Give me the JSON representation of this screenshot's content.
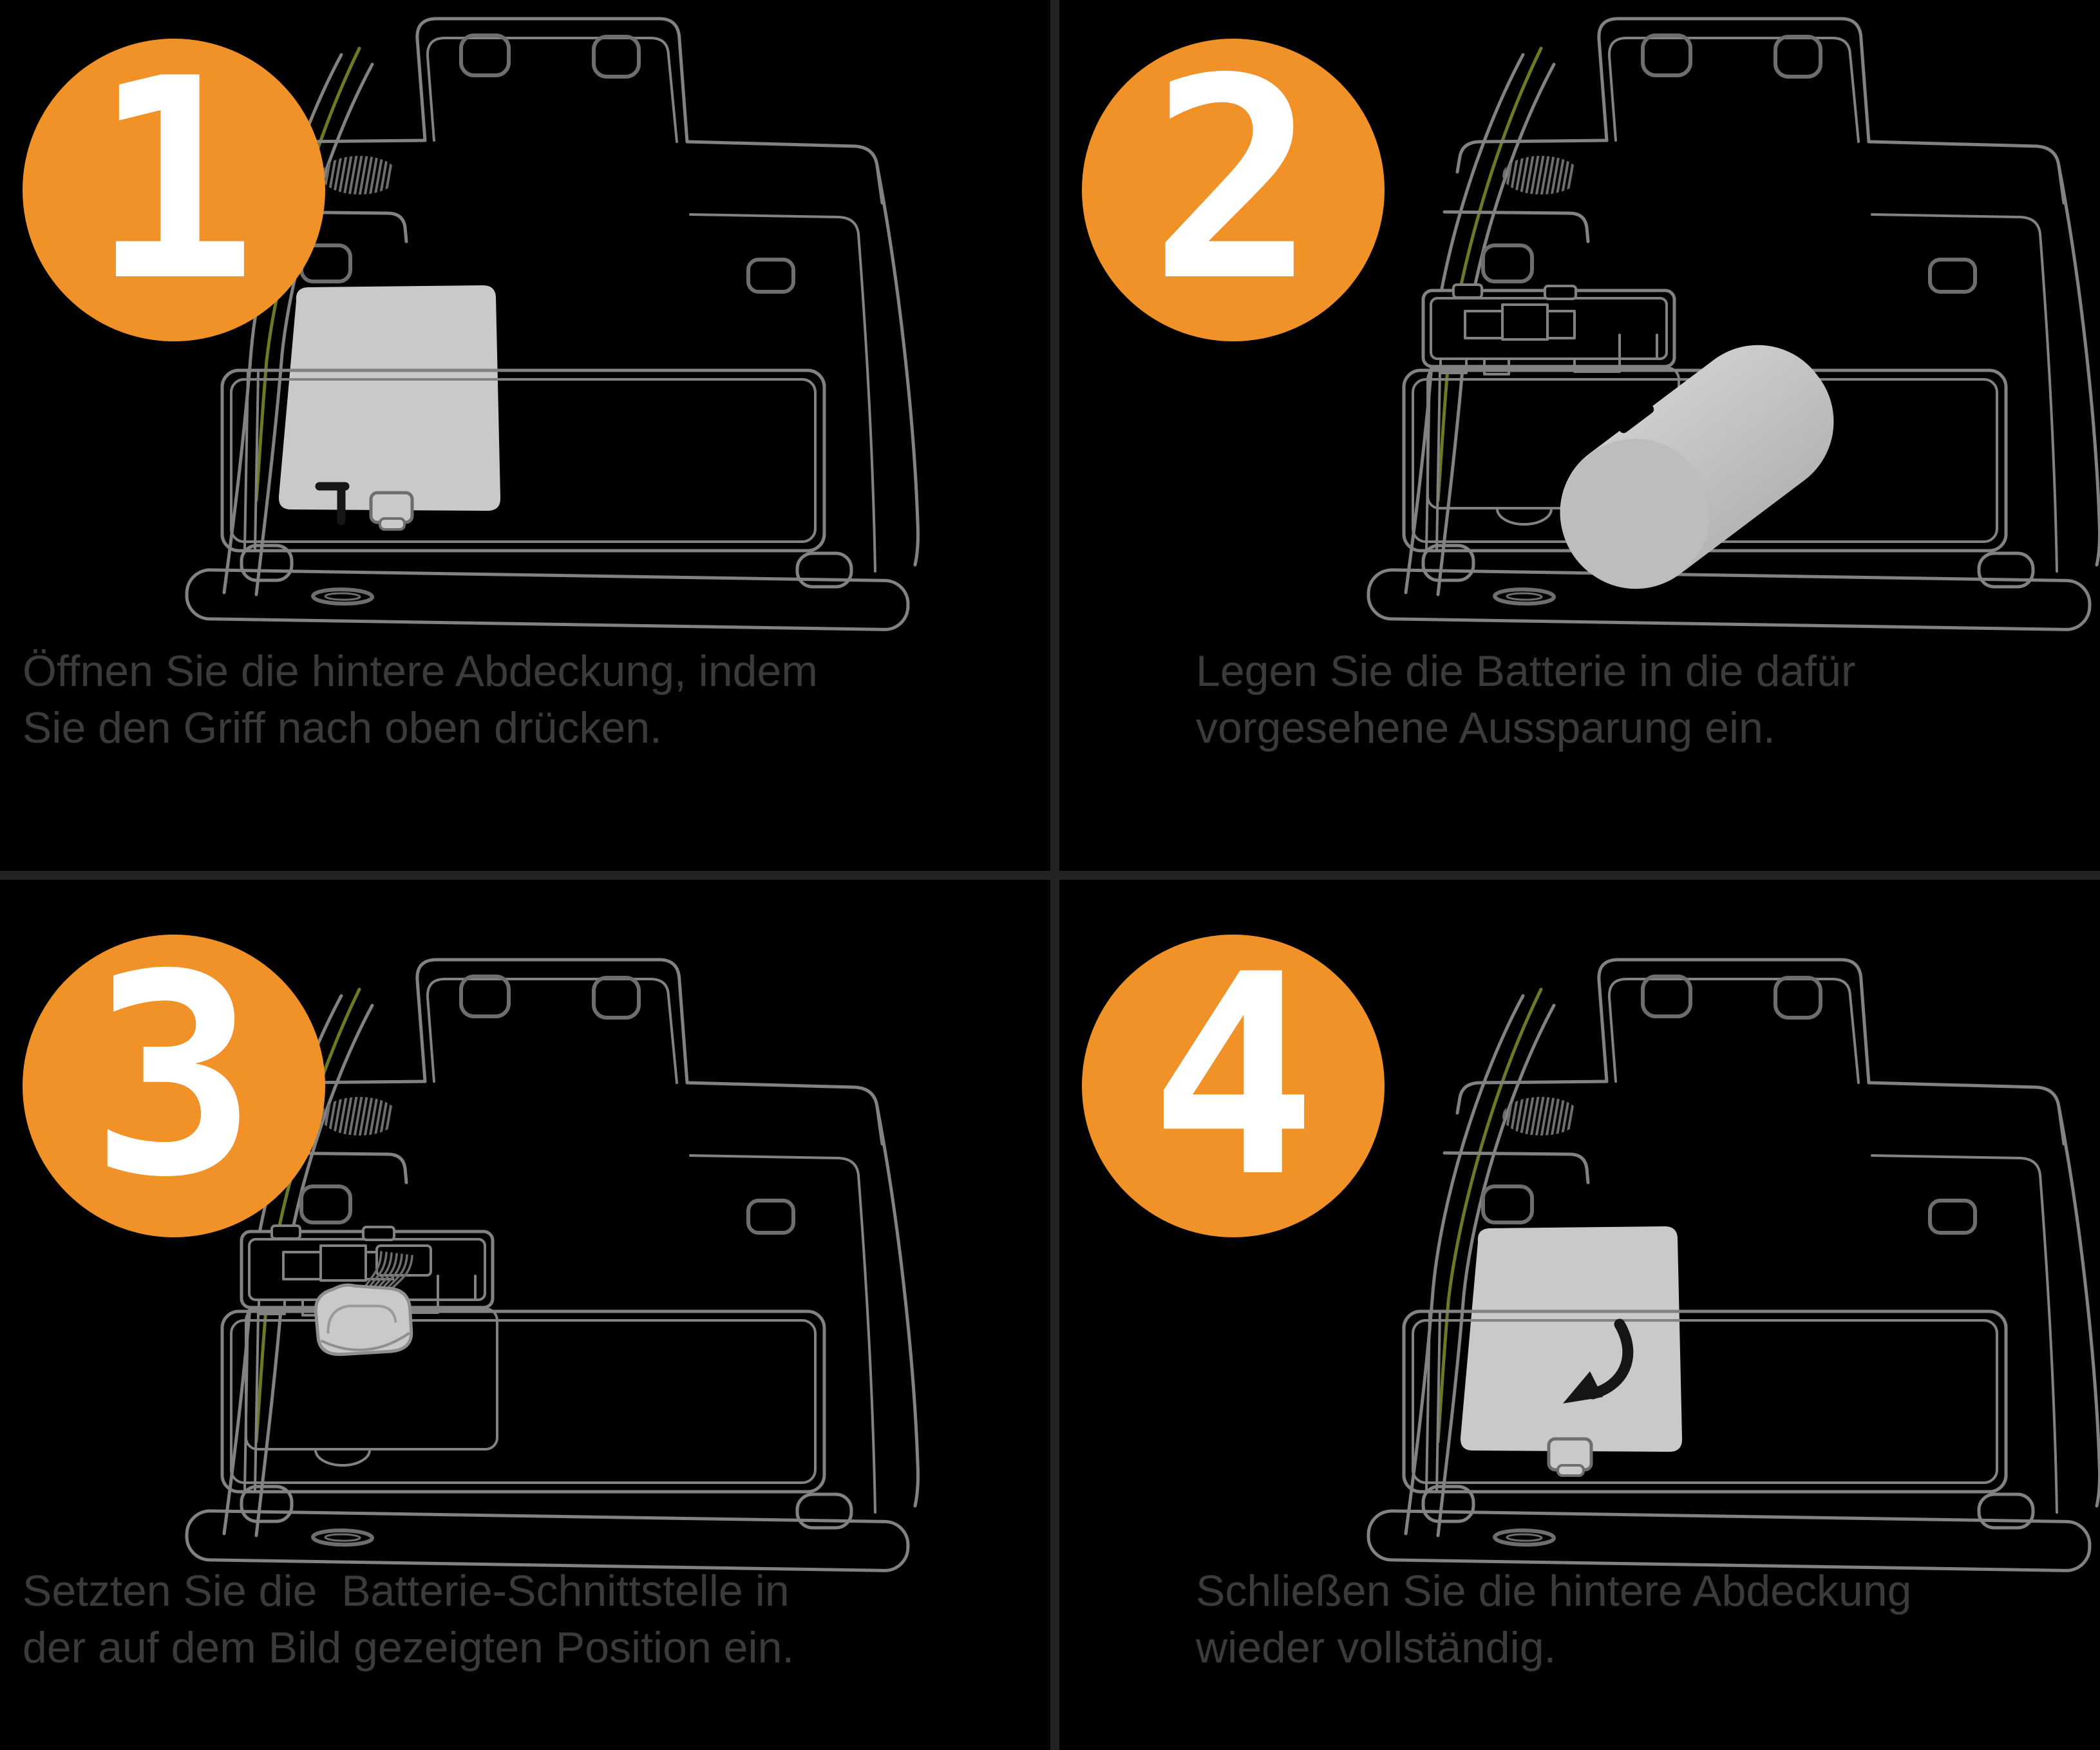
{
  "panels": [
    {
      "number": "1",
      "caption": "Öffnen Sie die hintere Abdeckung, indem\nSie den Griff nach oben drücken.",
      "variant": "cover-hook"
    },
    {
      "number": "2",
      "caption": "Legen Sie die Batterie in die dafür\nvorgesehene Aussparung ein.",
      "variant": "battery-insert"
    },
    {
      "number": "3",
      "caption": "Setzten Sie die  Batterie-Schnittstelle in\nder auf dem Bild gezeigten Position ein.",
      "variant": "connector-insert"
    },
    {
      "number": "4",
      "caption": "Schließen Sie die hintere Abdeckung\nwieder vollständig.",
      "variant": "cover-close-arrow"
    }
  ],
  "colors": {
    "background": "#000000",
    "divider": "#232323",
    "badge_orange": "#f09228",
    "badge_number": "#ffffff",
    "caption_text": "#3b3b3a",
    "line_gray": "#828282",
    "line_dark": "#6e6e6e",
    "accent_green": "#6b7a24",
    "fill_gray": "#c9c9c8",
    "fill_gray_dark": "#bdbdbc",
    "detail_black": "#161616"
  }
}
